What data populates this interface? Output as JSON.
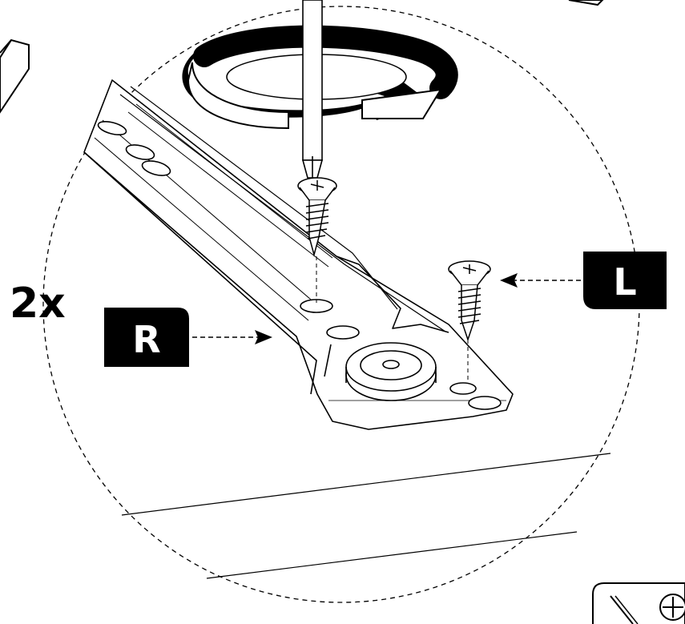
{
  "labels": {
    "quantity": "2x",
    "right_tag": "R",
    "left_tag": "L"
  },
  "icons": {
    "rotation": "rotate-clockwise-arrow-icon",
    "screwdriver": "phillips-screwdriver-icon",
    "screw": "wood-screw-icon",
    "tool_badge": "phillips-screwdriver-tool-icon"
  },
  "colors": {
    "ink": "#000000",
    "paper": "#ffffff",
    "line": "#222222"
  }
}
